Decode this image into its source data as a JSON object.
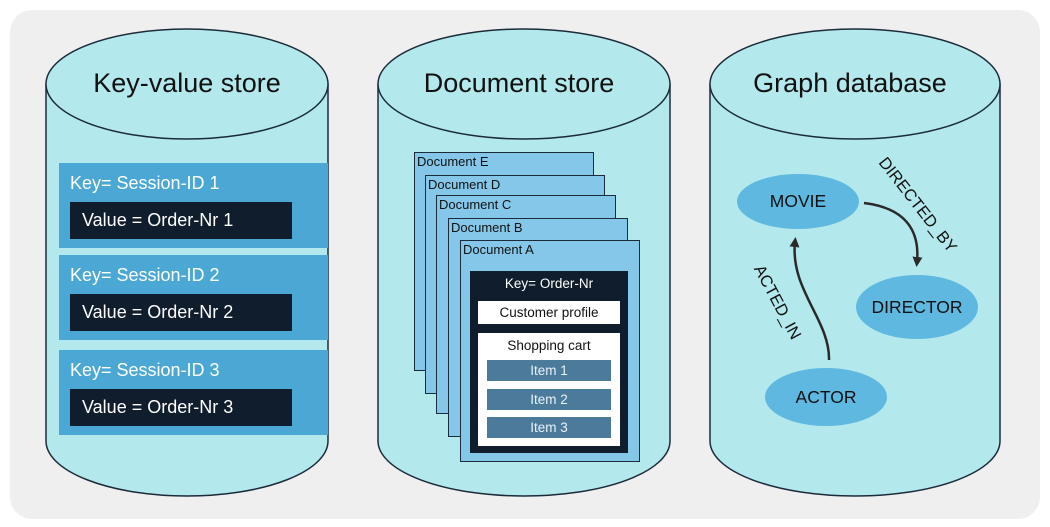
{
  "key_value_store": {
    "title": "Key-value store",
    "pairs": [
      {
        "key": "Key= Session-ID 1",
        "value": "Value = Order-Nr 1"
      },
      {
        "key": "Key= Session-ID 2",
        "value": "Value = Order-Nr 2"
      },
      {
        "key": "Key= Session-ID 3",
        "value": "Value = Order-Nr 3"
      }
    ]
  },
  "document_store": {
    "title": "Document store",
    "documents": [
      "Document E",
      "Document D",
      "Document C",
      "Document B",
      "Document A"
    ],
    "front_document": {
      "key": "Key= Order-Nr",
      "customer_profile": "Customer profile",
      "shopping_cart": "Shopping cart",
      "items": [
        "Item 1",
        "Item 2",
        "Item 3"
      ]
    }
  },
  "graph_database": {
    "title": "Graph database",
    "nodes": {
      "movie": "MOVIE",
      "director": "DIRECTOR",
      "actor": "ACTOR"
    },
    "edges": {
      "directed_by": "DIRECTED_BY",
      "acted_in": "ACTED_IN"
    }
  },
  "colors": {
    "cylinder_fill": "#b3e8ec",
    "cylinder_stroke": "#1b2b3a",
    "kv_block": "#4ba8d4",
    "dark_box": "#0f1d2c",
    "document": "#85c7e9",
    "node": "#5fb8e0",
    "item": "#4b7a9b",
    "background": "#efefef"
  }
}
